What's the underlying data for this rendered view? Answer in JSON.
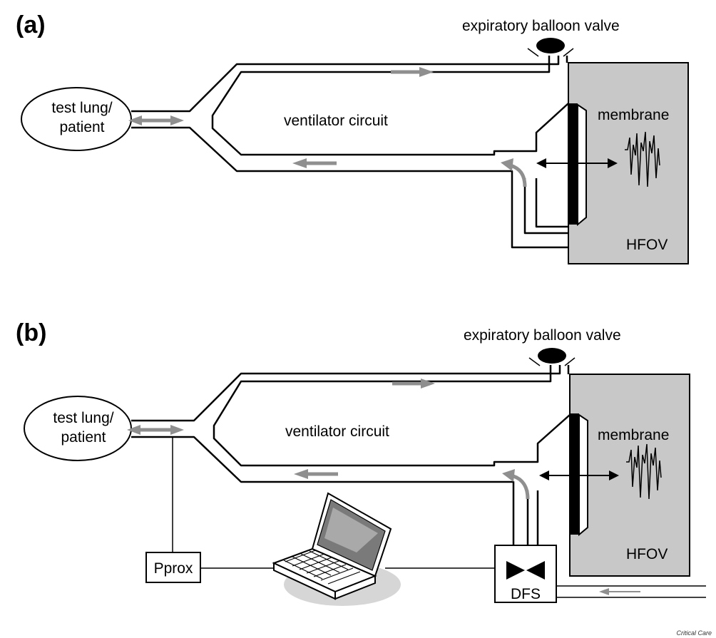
{
  "panels": [
    {
      "label": "(a)",
      "valve_label": "expiratory balloon valve",
      "lung_label_line1": "test lung/",
      "lung_label_line2": "patient",
      "circuit_label": "ventilator circuit",
      "membrane_label": "membrane",
      "hfov_label": "HFOV"
    },
    {
      "label": "(b)",
      "valve_label": "expiratory balloon valve",
      "lung_label_line1": "test lung/",
      "lung_label_line2": "patient",
      "circuit_label": "ventilator circuit",
      "membrane_label": "membrane",
      "hfov_label": "HFOV",
      "pprox_label": "Pprox",
      "dfs_label": "DFS"
    }
  ],
  "credit": "Critical Care",
  "colors": {
    "hfov_box": "#c8c8c8",
    "flow_arrow": "#8f8f8f",
    "line": "#000000"
  }
}
